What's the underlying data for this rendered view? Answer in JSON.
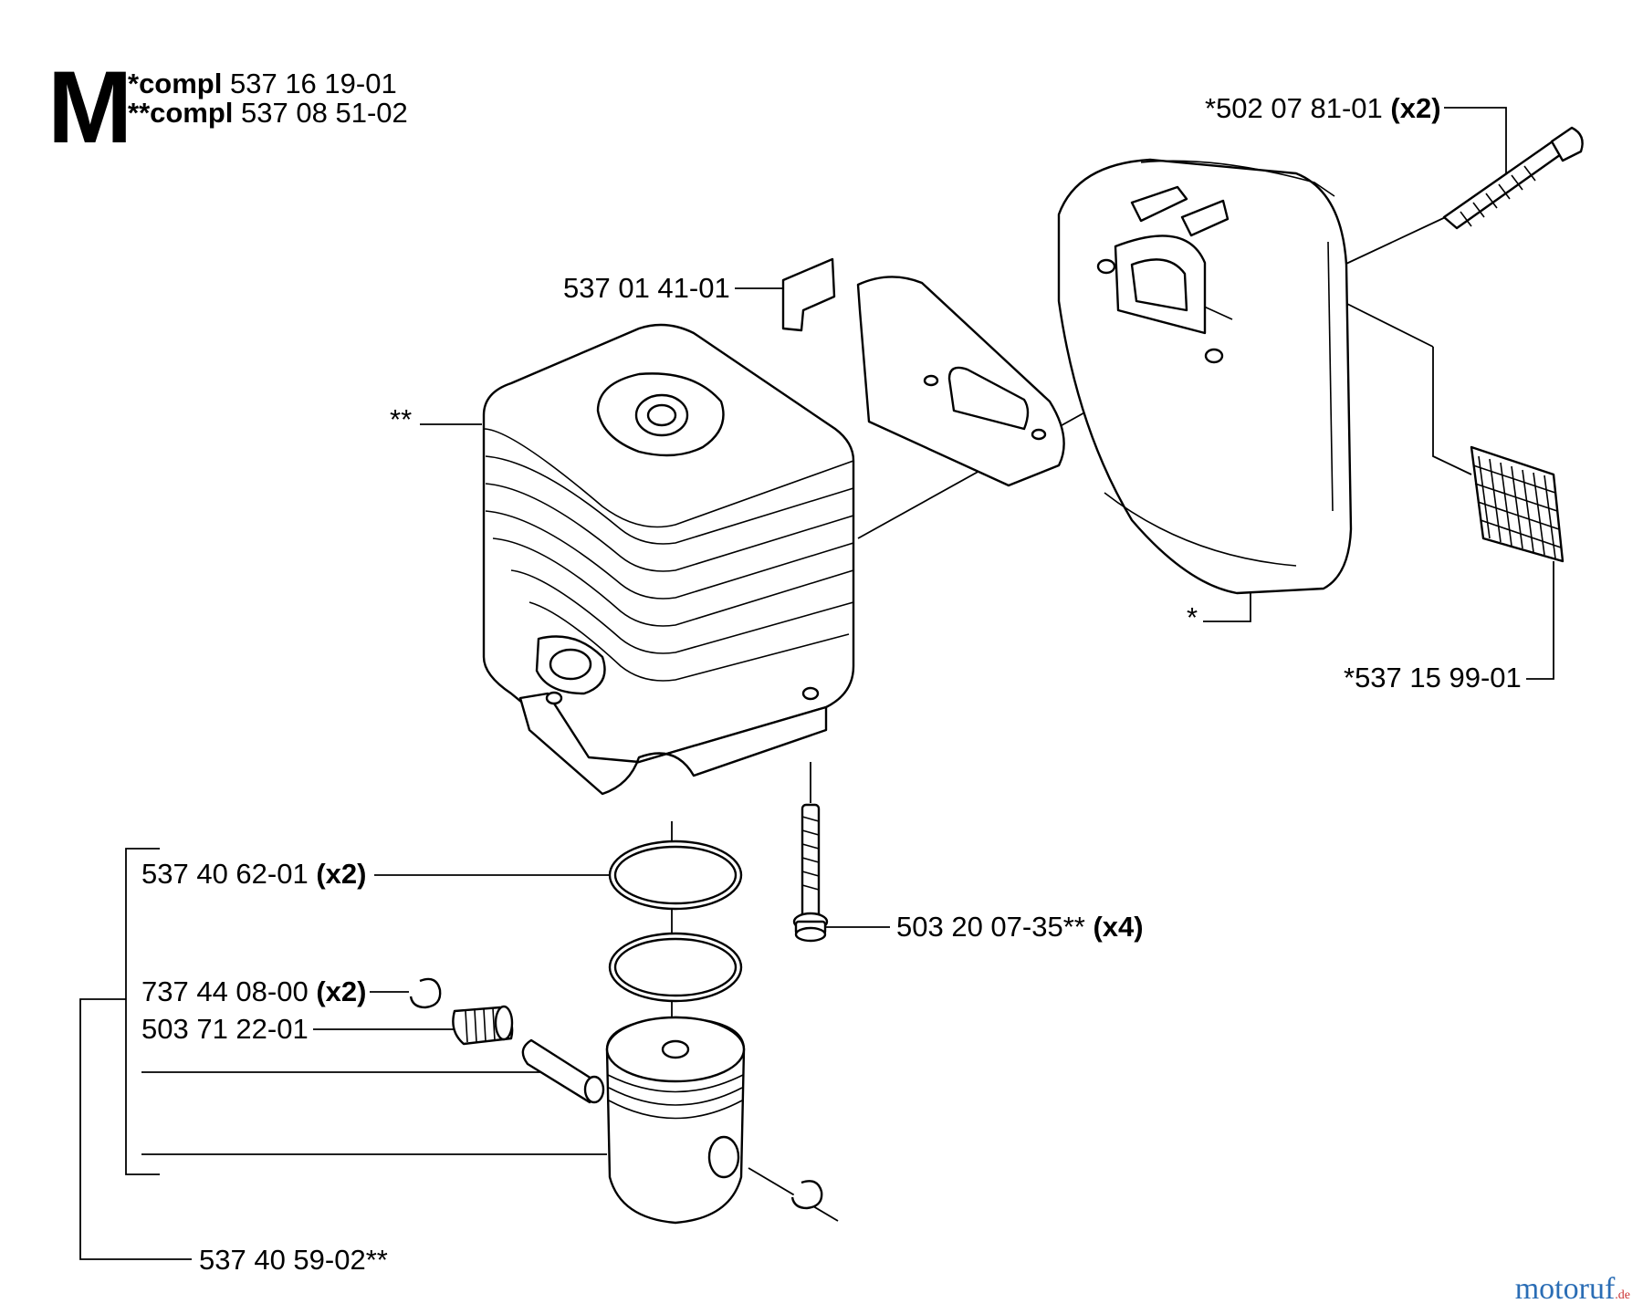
{
  "section": {
    "letter": "M",
    "compl1_prefix": "*compl",
    "compl1_number": "537 16 19-01",
    "compl2_prefix": "**compl",
    "compl2_number": "537 08 51-02"
  },
  "parts": {
    "muffler_bolt": {
      "number": "*502 07 81-01",
      "qty": "(x2)"
    },
    "heat_shield": {
      "number": "537 01 41-01"
    },
    "cylinder_marker": {
      "number": "**"
    },
    "muffler_marker": {
      "number": "*"
    },
    "spark_screen": {
      "number": "*537 15 99-01"
    },
    "piston_ring": {
      "number": "537 40 62-01",
      "qty": "(x2)"
    },
    "cylinder_bolt": {
      "number": "503 20 07-35**",
      "qty": "(x4)"
    },
    "circlip": {
      "number": "737 44 08-00",
      "qty": "(x2)"
    },
    "needle_bearing": {
      "number": "503 71 22-01"
    },
    "piston_kit": {
      "number": "537 40 59-02**"
    }
  },
  "watermark": {
    "brand": "motoruf",
    "tld": ".de"
  }
}
